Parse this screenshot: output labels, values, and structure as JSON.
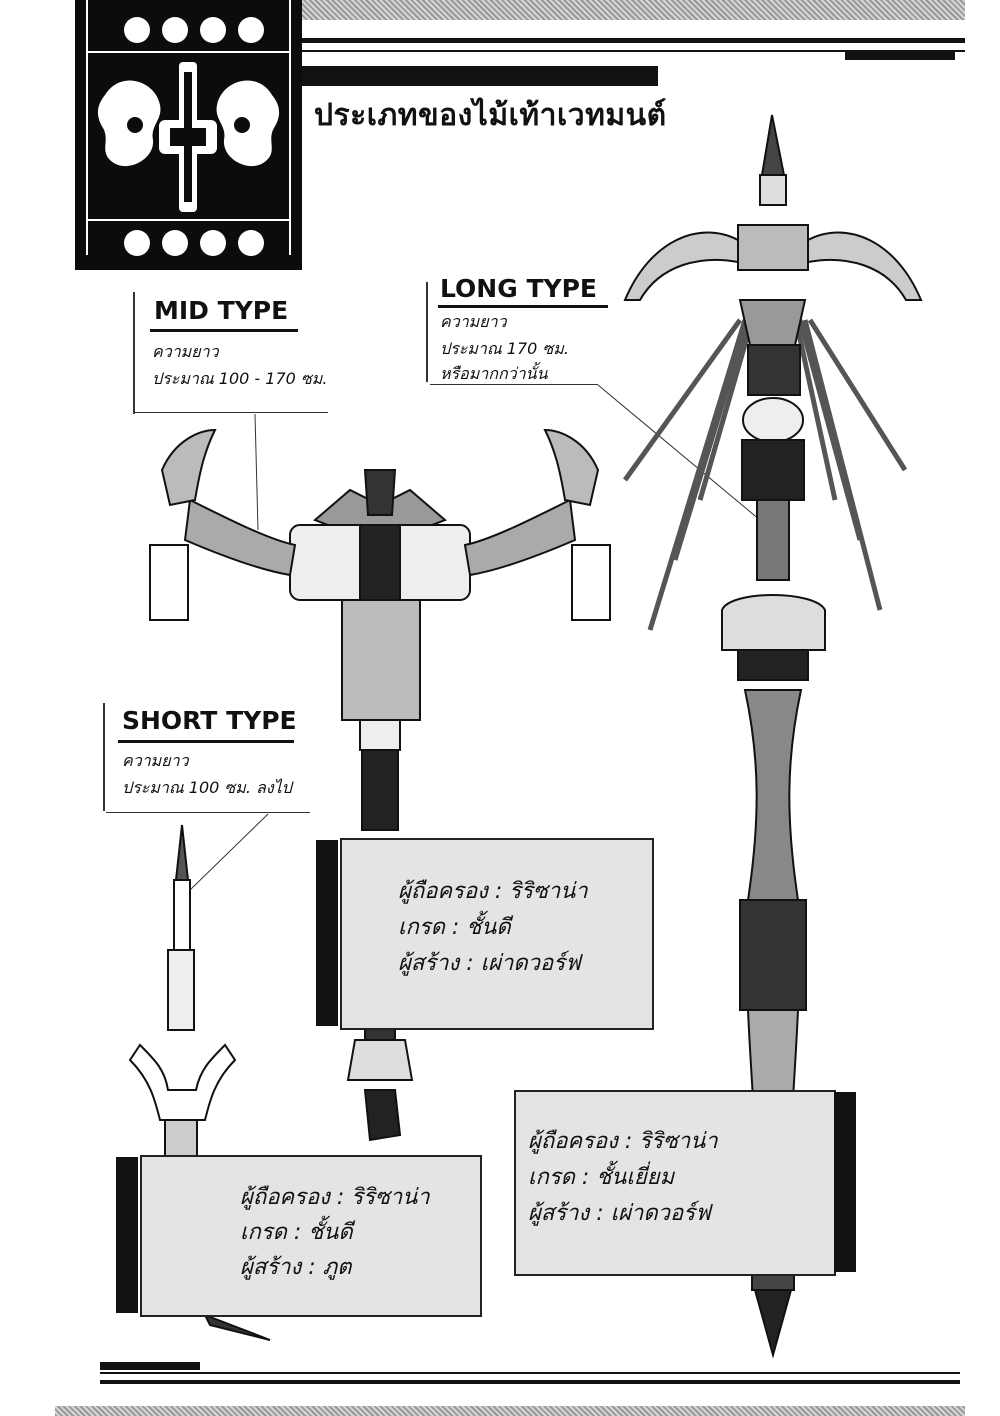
{
  "page_title": "ประเภทของไม้เท้าเวทมนต์",
  "mid_type": {
    "label": "MID TYPE",
    "length_label": "ความยาว",
    "length_value": "ประมาณ 100 - 170 ซม."
  },
  "long_type": {
    "label": "LONG TYPE",
    "length_label": "ความยาว",
    "length_value": "ประมาณ 170 ซม.",
    "length_extra": "หรือมากกว่านั้น"
  },
  "short_type": {
    "label": "SHORT TYPE",
    "length_label": "ความยาว",
    "length_value": "ประมาณ 100 ซม. ลงไป"
  },
  "mid_card": {
    "owner": "ผู้ถือครอง : ริริซาน่า",
    "grade": "เกรด : ชั้นดี",
    "maker": "ผู้สร้าง : เผ่าดวอร์ฟ"
  },
  "long_card": {
    "owner": "ผู้ถือครอง : ริริซาน่า",
    "grade": "เกรด : ชั้นเยี่ยม",
    "maker": "ผู้สร้าง : เผ่าดวอร์ฟ"
  },
  "short_card": {
    "owner": "ผู้ถือครอง : ริริซาน่า",
    "grade": "เกรด : ชั้นดี",
    "maker": "ผู้สร้าง : ภูต"
  }
}
